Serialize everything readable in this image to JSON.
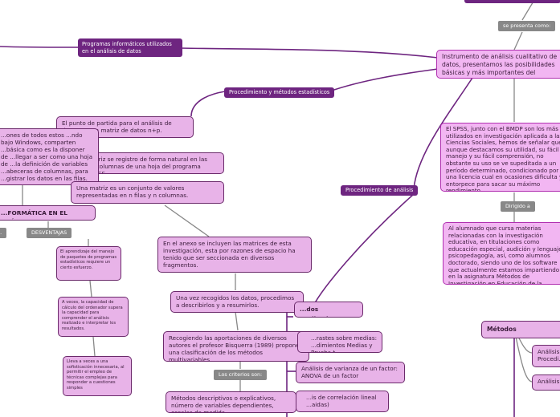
{
  "mindmap": {
    "central_node": "Instrumento de análisis cualitativo de datos, presentamos las posibilidades básicas y más importantes del mismo.",
    "presented_as_label": "se presenta como:",
    "programs_tag": "Programas informáticos utilizados en el análisis de datos",
    "procedures_tag": "Procedimiento y métodos estadísticos",
    "analysis_procedure_tag": "Procedimiento de análisis",
    "spss_node": "El SPSS, junto con el BMDP son los más utilizados en investigación aplicada a las Ciencias Sociales, hemos de señalar que aunque destacamos su utilidad, su fácil manejo y su fácil comprensión, no obstante su uso se ve supeditada a un período determinado, condicionado por una licencia cual en ocasiones dificulta y entorpece para sacar su máximo rendimiento.",
    "directed_to_label": "Dirigido a",
    "students_node": "Al alumnado que cursa materias relacionadas con la investigación educativa, en titulaciones como educación especial, audición y lenguaje, psicopedagogía, así, como alumnos doctorado, siendo uno de los software que actualmente estamos impartiendo en la asignatura Métodos de Investigación en Educación de la licenciatura de psicopedagogía.",
    "starting_point_node": "El punto de partida para el análisis de datos es una matriz de datos n+p.",
    "windows_node": "...ones de todos estos ...ndo bajo Windows, comparten ...básica como es la disponer de ...llegar a ser como una hoja de ...la definición de variables ...abeceras de columnas, para ...gistrar los datos en las filas.",
    "matrix_record_node": "...triz se registro de forma natural en las ...columnas de una hoja del programa SPSS.",
    "matrix_def_node": "Una matriz es un conjunto de valores representadas en n filas y n columnas.",
    "informatics_title": "...FORMÁTICA EN EL ANÁLISIS",
    "advantages_label_cut": "...",
    "disadvantages_label": "DESVENTAJAS",
    "disadv_1": "El aprendizaje del manejo de paquetes de programas estadísticos requiere un cierto esfuerzo.",
    "disadv_2": "A veces, la capacidad de cálculo del ordenador supera la capacidad para comprender el análisis realizado e interpretar los resultados.",
    "disadv_3": "Lleva a veces a una sofisticación innecesaria, al permitir el empleo de técnicas complejas para responder a cuestiones simples",
    "annex_node": "En el anexo se incluyen las matrices de esta investigación, esta por razones de espacio ha tenido que ser seccionada en diversos fragmentos.",
    "collected_node": "Una vez recogidos los datos, procedimos a describirlos y a resumirlos.",
    "explicative_title": "...dos explicativos",
    "bisquerra_node": "Recogiendo las aportaciones de diversos autores el profesor Bisquerra (1989) propone una clasificación de los métodos multivariables.",
    "criteria_label": "Los criterios son:",
    "methods_node": "Métodos descriptivos o explicativos, número de variables dependientes, escalas de medida.",
    "contrasts_node": "...rastes sobre medias: ...dimientos Medias y Prueba t",
    "variance_node": "Análisis de varianza de un factor: ANOVA de un factor",
    "correlation_node": "...is de correlación lineal ...aidas)",
    "descriptive_title": "Métodos descriptivos",
    "desc_1": "Análisis... Procedi...",
    "desc_2": "Análisis..."
  }
}
